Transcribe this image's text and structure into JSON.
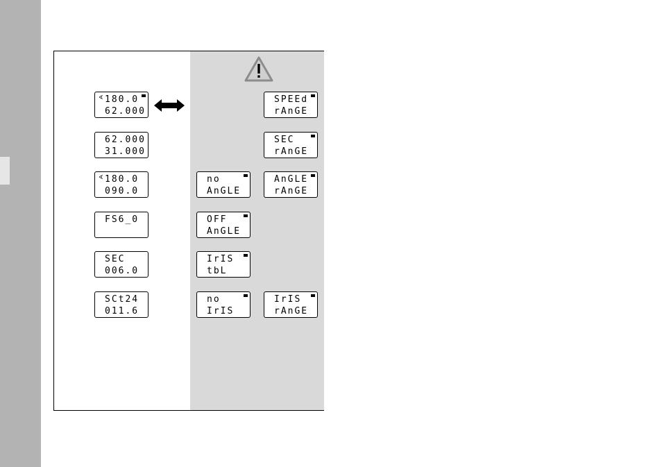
{
  "left_column": [
    {
      "symbol": "∢",
      "line1": "180.0",
      "line2": "62.000"
    },
    {
      "symbol": "",
      "line1": "62.000",
      "line2": "31.000"
    },
    {
      "symbol": "∢",
      "line1": "180.0",
      "line2": "090.0"
    },
    {
      "symbol": "",
      "line1": "FS6_0",
      "line2": ""
    },
    {
      "symbol": "",
      "line1": "SEC",
      "line2": "006.0"
    },
    {
      "symbol": "",
      "line1": "SCt24",
      "line2": "011.6"
    }
  ],
  "middle_column": [
    {
      "line1": "no",
      "line2": "AnGLE"
    },
    {
      "line1": "OFF",
      "line2": "AnGLE"
    },
    {
      "line1": "IrIS",
      "line2": "tbL"
    },
    {
      "line1": "no",
      "line2": "IrIS"
    }
  ],
  "right_column": [
    {
      "line1": "SPEEd",
      "line2": "rAnGE"
    },
    {
      "line1": "SEC",
      "line2": "rAnGE"
    },
    {
      "line1": "AnGLE",
      "line2": "rAnGE"
    },
    {
      "line1": "IrIS",
      "line2": "rAnGE"
    }
  ],
  "icons": {
    "warning": "warning-triangle-icon",
    "arrow": "double-arrow-icon"
  },
  "colors": {
    "side_strip": "#b3b3b3",
    "panel_shade": "#d9d9d9",
    "warning_fill": "#cfcfcf"
  }
}
